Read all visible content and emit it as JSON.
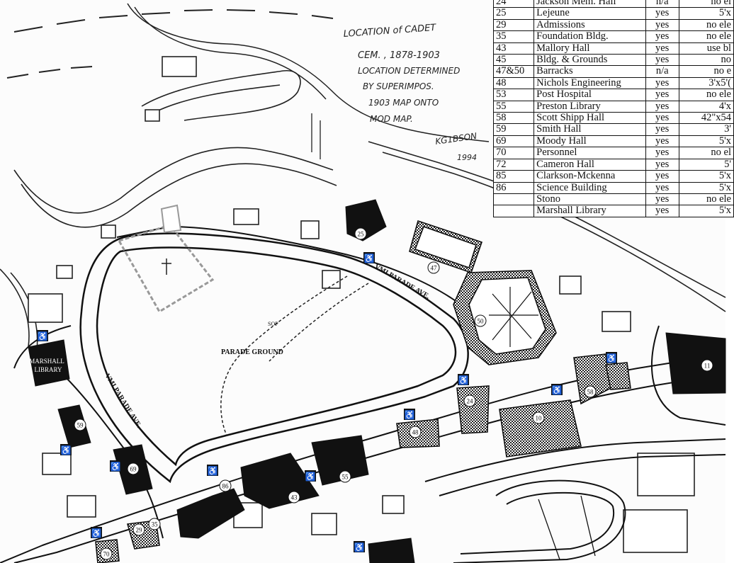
{
  "note": {
    "lines": [
      "LOCATION of CADET",
      "CEM. , 1878-1903",
      "LOCATION DETERMINED",
      "BY SUPERIMPOS.",
      "1903 MAP ONTO",
      "MOD MAP."
    ],
    "signature": "KG1BSON",
    "year": "1994"
  },
  "map_labels": {
    "parade_ground": "PARADE GROUND",
    "avenue_north": "VMI PARADE AVE.",
    "avenue_west": "VMI PARADE AVE.",
    "marshall_library": [
      "MARSHALL",
      "LIBRARY"
    ],
    "sop": "SOP"
  },
  "building_numbers": {
    "b25": "25",
    "b47": "47",
    "b50": "50",
    "b11": "11",
    "b58": "58",
    "b24": "24",
    "b10": "10",
    "b48": "48",
    "b55": "55",
    "b43": "43",
    "b86": "86",
    "b69": "69",
    "b59": "59",
    "b29": "29",
    "b35": "35",
    "b70": "70"
  },
  "legend_rows": [
    [
      "24",
      "Jackson Mem. Hall",
      "n/a",
      "no el"
    ],
    [
      "25",
      "Lejeune",
      "yes",
      "5'x"
    ],
    [
      "29",
      "Admissions",
      "yes",
      "no ele"
    ],
    [
      "35",
      "Foundation Bldg.",
      "yes",
      "no ele"
    ],
    [
      "43",
      "Mallory Hall",
      "yes",
      "use bl"
    ],
    [
      "45",
      "Bldg. & Grounds",
      "yes",
      "no"
    ],
    [
      "47&50",
      "Barracks",
      "n/a",
      "no e"
    ],
    [
      "48",
      "Nichols Engineering",
      "yes",
      "3'x5'("
    ],
    [
      "53",
      "Post Hospital",
      "yes",
      "no ele"
    ],
    [
      "55",
      "Preston Library",
      "yes",
      "4'x"
    ],
    [
      "58",
      "Scott Shipp Hall",
      "yes",
      "42\"x54"
    ],
    [
      "59",
      "Smith Hall",
      "yes",
      "3'"
    ],
    [
      "69",
      "Moody Hall",
      "yes",
      "5'x"
    ],
    [
      "70",
      "Personnel",
      "yes",
      "no el"
    ],
    [
      "72",
      "Cameron Hall",
      "yes",
      "5'"
    ],
    [
      "85",
      "Clarkson-Mckenna",
      "yes",
      "5'x"
    ],
    [
      "86",
      "Science Building",
      "yes",
      "5'x"
    ],
    [
      "",
      "Stono",
      "yes",
      "no ele"
    ],
    [
      "",
      "Marshall Library",
      "yes",
      "5'x"
    ]
  ]
}
